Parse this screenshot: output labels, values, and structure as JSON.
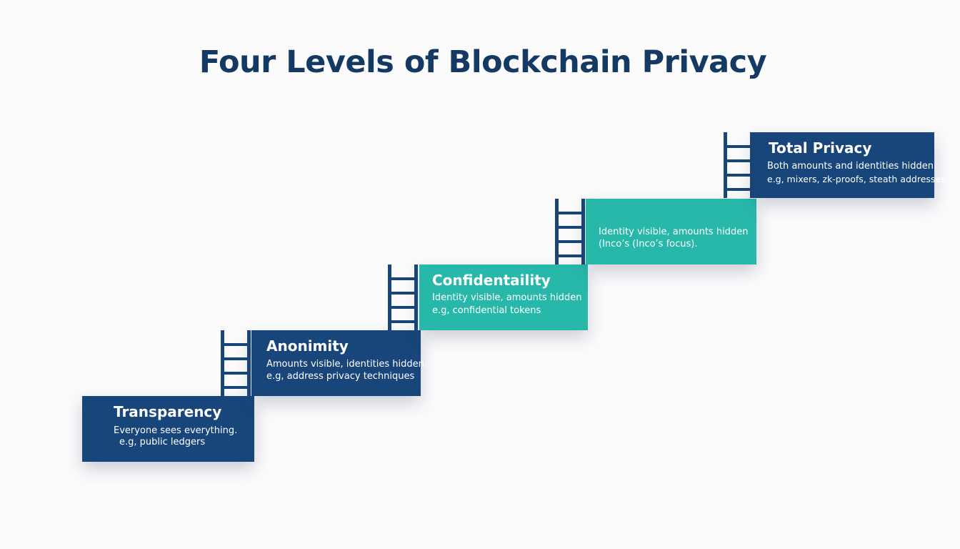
{
  "title": "Four Levels of Blockchain Privacy",
  "colors": {
    "title": "#143a63",
    "dark_step": "#19467a",
    "teal_step": "#27b8a9",
    "ladder": "#19467a",
    "background": "#fbfbfc"
  },
  "steps": [
    {
      "title": "Transparency",
      "line1": "Everyone sees everything.",
      "line2": "e.g, public ledgers"
    },
    {
      "title": "Anonimity",
      "line1": "Amounts visible, identities hidden.",
      "line2": "e.g, address privacy techniques"
    },
    {
      "title": "Confidentaility",
      "line1": "Identity visible, amounts hidden",
      "line2": "e.g, conﬁdential tokens"
    },
    {
      "title": "",
      "line1": "Identity visible, amounts hidden",
      "line2": " (Inco’s (Inco’s focus)."
    },
    {
      "title": "Total Privacy",
      "line1": "Both amounts and identities hidden.",
      "line2": "e.g, mixers, zk-proofs, steath addresses"
    }
  ],
  "ladder_icon": "ladder-icon"
}
